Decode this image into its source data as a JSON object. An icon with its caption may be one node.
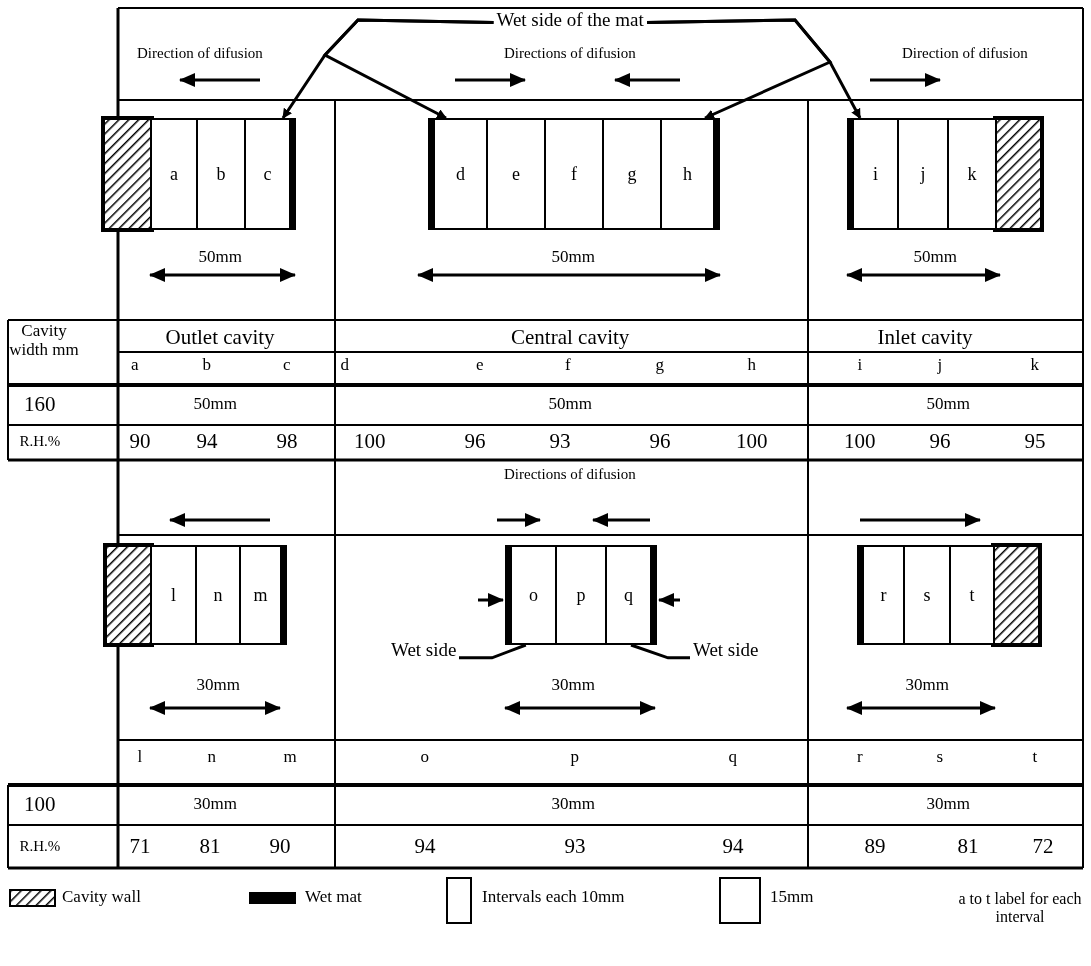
{
  "diagram": {
    "nodes": [
      {
        "text": [
          "Wet side of the mat"
        ]
      },
      {
        "text": [
          "a"
        ]
      },
      {
        "text": [
          "b"
        ]
      },
      {
        "text": [
          "c"
        ]
      },
      {
        "text": [
          "d"
        ]
      },
      {
        "text": [
          "e"
        ]
      },
      {
        "text": [
          "f"
        ]
      },
      {
        "text": [
          "g"
        ]
      },
      {
        "text": [
          "h"
        ]
      },
      {
        "text": [
          "i"
        ]
      },
      {
        "text": [
          "j"
        ]
      },
      {
        "text": [
          "k"
        ]
      },
      {
        "text": [
          "l"
        ]
      },
      {
        "text": [
          "n"
        ]
      },
      {
        "text": [
          "m"
        ]
      },
      {
        "text": [
          "Wet side"
        ]
      },
      {
        "text": [
          "o"
        ]
      },
      {
        "text": [
          "p"
        ]
      },
      {
        "text": [
          "q"
        ]
      },
      {
        "text": [
          "Wet side"
        ]
      },
      {
        "text": [
          "r"
        ]
      },
      {
        "text": [
          "s"
        ]
      },
      {
        "text": [
          "t"
        ]
      },
      {
        "text": [],
        "shape": "box"
      },
      {
        "text": [],
        "shape": "box"
      },
      {
        "text": [],
        "shape": "box"
      },
      {
        "text": [],
        "shape": "box"
      }
    ],
    "edges": [
      {
        "from": 0,
        "to": 3,
        "arrow": "to"
      },
      {
        "from": 0,
        "to": 4,
        "arrow": "to"
      },
      {
        "from": 0,
        "to": 8,
        "arrow": "to"
      },
      {
        "from": 0,
        "to": 9,
        "arrow": "to"
      },
      {
        "from": 15,
        "to": 16,
        "arrow": "none"
      },
      {
        "from": 19,
        "to": 18,
        "arrow": "none"
      }
    ],
    "labels": [
      "Direction of difusion",
      "Directions of difusion",
      "Direction of difusion",
      "50mm",
      "50mm",
      "50mm",
      "Cavity width mm",
      "Outlet cavity",
      "Central cavity",
      "Inlet cavity",
      "a",
      "b",
      "c",
      "d",
      "e",
      "f",
      "g",
      "h",
      "i",
      "j",
      "k",
      "160",
      "50mm",
      "50mm",
      "50mm",
      "R.H.%",
      "90",
      "94",
      "98",
      "100",
      "96",
      "93",
      "96",
      "100",
      "100",
      "96",
      "95",
      "Directions of difusion",
      "30mm",
      "30mm",
      "30mm",
      "l",
      "n",
      "m",
      "o",
      "p",
      "q",
      "r",
      "s",
      "t",
      "100",
      "30mm",
      "30mm",
      "30mm",
      "R.H.%",
      "71",
      "81",
      "90",
      "94",
      "93",
      "94",
      "89",
      "81",
      "72",
      "a to t label for each interval"
    ],
    "legend": [
      {
        "text": "Cavity wall"
      },
      {
        "text": "Wet mat"
      },
      {
        "text": "Intervals each 10mm"
      },
      {
        "text": "15mm"
      }
    ]
  }
}
